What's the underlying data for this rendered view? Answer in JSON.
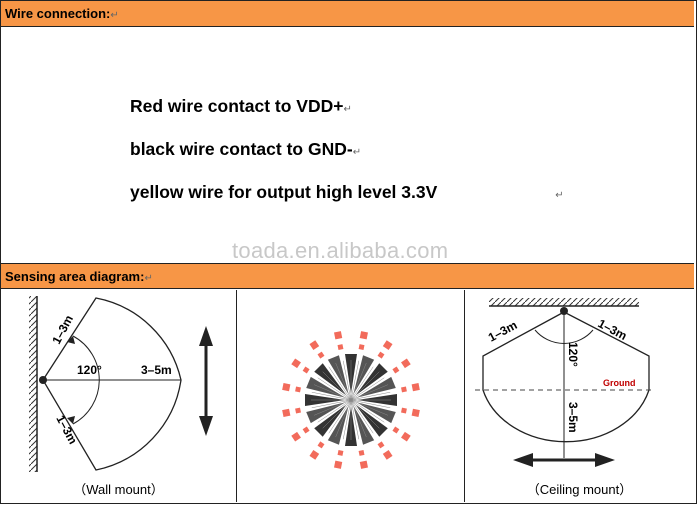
{
  "wire_connection": {
    "header": "Wire connection:",
    "lines": [
      "Red wire contact to VDD+",
      "black wire contact to GND-",
      "yellow wire for output  high level 3.3V"
    ],
    "watermark": "toada.en.alibaba.com"
  },
  "sensing_area": {
    "header": "Sensing area diagram:",
    "wall": {
      "caption": "（Wall mount）",
      "range_top": "1–3m",
      "range_bottom": "1–3m",
      "angle": "120°",
      "distance": "3–5m"
    },
    "ceiling": {
      "caption": "（Ceiling mount）",
      "range_left": "1–3m",
      "range_right": "1–3m",
      "angle": "120°",
      "ground": "Ground",
      "distance": "3–5m"
    }
  },
  "colors": {
    "header_bg": "#f79646",
    "ground_label": "#c00000",
    "fresnel_square": "#f26b5b"
  }
}
